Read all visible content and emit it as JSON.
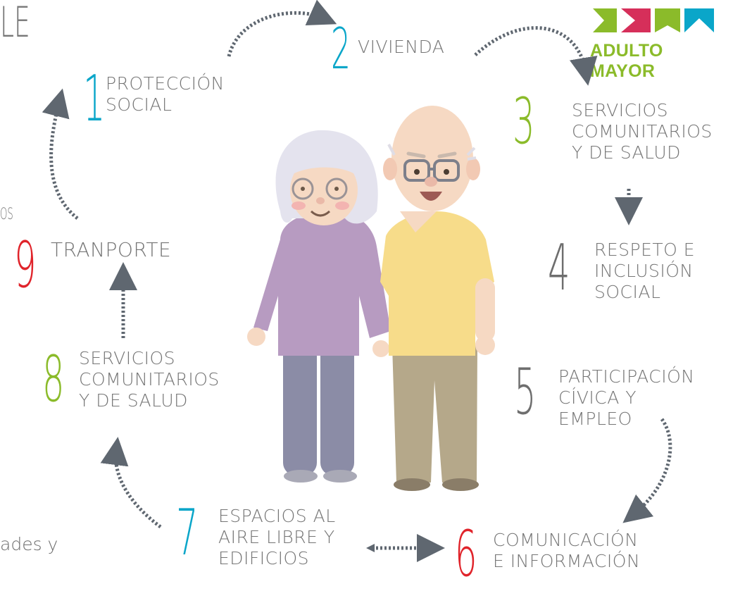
{
  "header": {
    "partial_title": "LE",
    "left_fragment": "OS"
  },
  "logo": {
    "text": "ADULTO MAYOR",
    "colors": [
      "#8bbb2a",
      "#d62f5a",
      "#8bbb2a",
      "#0aa6c9"
    ]
  },
  "items": [
    {
      "number": "1",
      "lines": [
        "PROTECCIÓN",
        "SOCIAL"
      ],
      "color": "#0aa6c9"
    },
    {
      "number": "2",
      "lines": [
        "VIVIENDA"
      ],
      "color": "#0aa6c9"
    },
    {
      "number": "3",
      "lines": [
        "SERVICIOS",
        "COMUNITARIOS",
        "Y DE SALUD"
      ],
      "color": "#8bbb2a"
    },
    {
      "number": "4",
      "lines": [
        "RESPETO E",
        "INCLUSIÓN",
        "SOCIAL"
      ],
      "color": "#6e6e6e"
    },
    {
      "number": "5",
      "lines": [
        "PARTICIPACIÓN",
        "CÍVICA Y",
        "EMPLEO"
      ],
      "color": "#6e6e6e"
    },
    {
      "number": "6",
      "lines": [
        "COMUNICACIÓN",
        "E INFORMACIÓN"
      ],
      "color": "#e0242b"
    },
    {
      "number": "7",
      "lines": [
        "ESPACIOS AL",
        "AIRE LIBRE Y",
        "EDIFICIOS"
      ],
      "color": "#0aa6c9"
    },
    {
      "number": "8",
      "lines": [
        "SERVICIOS",
        "COMUNITARIOS",
        "Y DE SALUD"
      ],
      "color": "#8bbb2a"
    },
    {
      "number": "9",
      "lines": [
        "TRANPORTE"
      ],
      "color": "#e0242b"
    }
  ],
  "footer_fragment": "ades y",
  "illustration": {
    "subject": "elderly-couple",
    "colors": {
      "woman_sweater": "#b79bc1",
      "woman_pants": "#8b8ca6",
      "man_shirt": "#f7dc8a",
      "man_pants": "#b5a88a",
      "skin": "#f6d9c3",
      "hair": "#e4e3ee",
      "arrow": "#5f6770"
    }
  }
}
